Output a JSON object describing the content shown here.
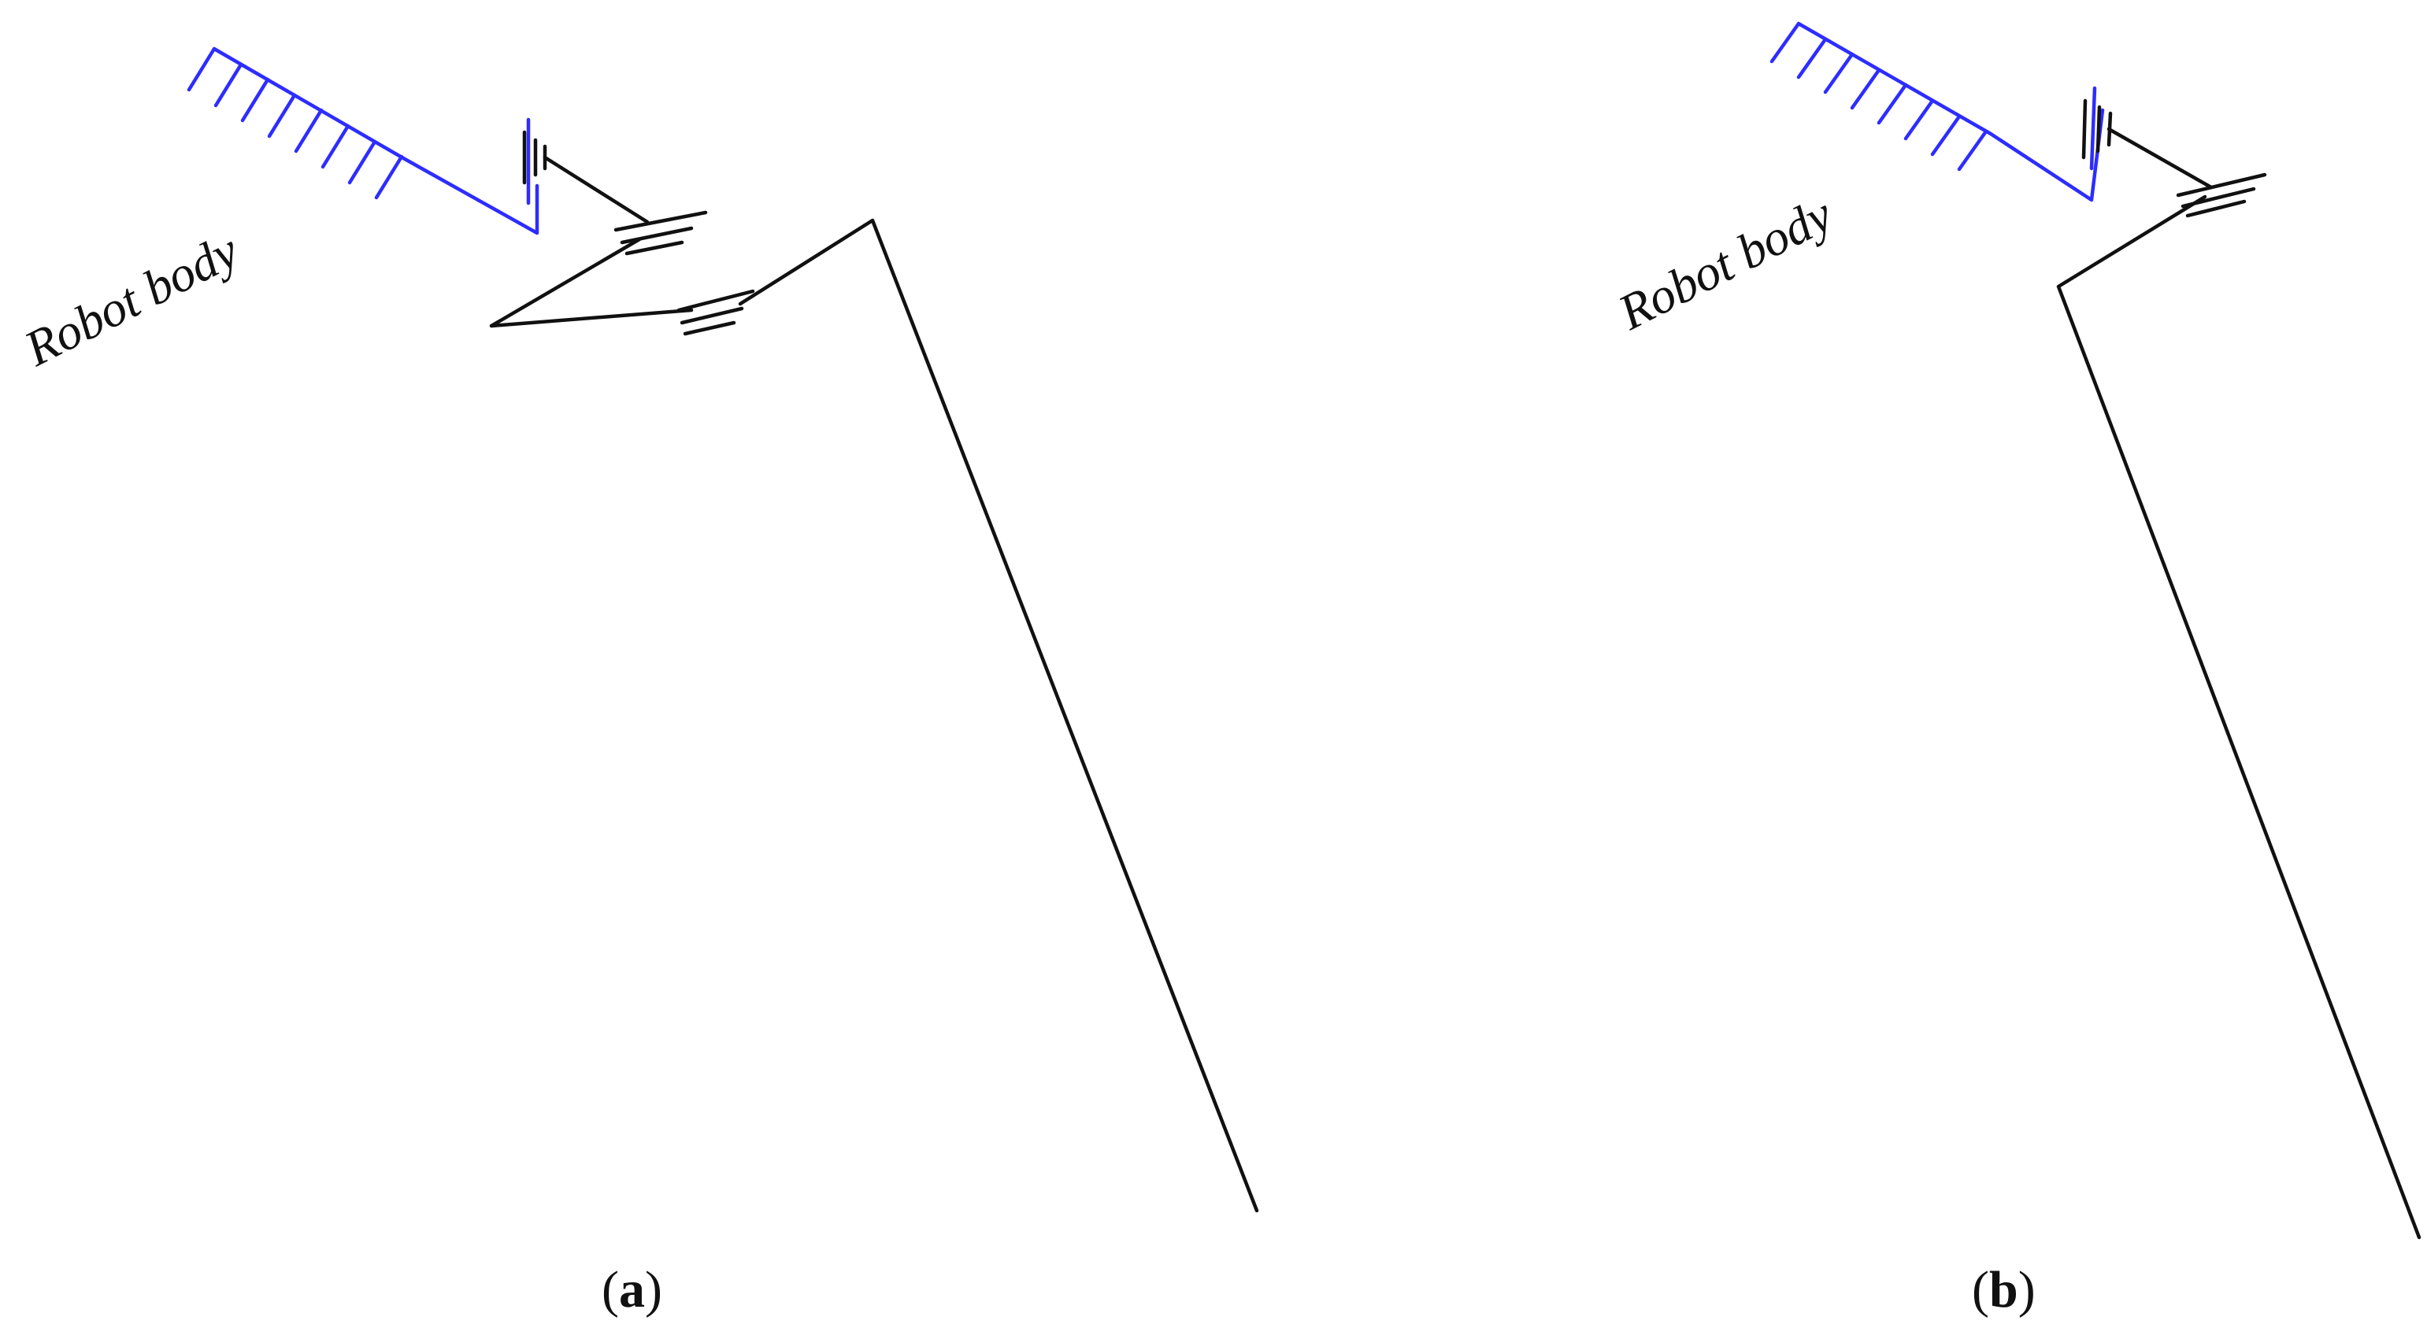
{
  "panels": [
    {
      "id": "a",
      "body_label": "Robot body",
      "caption_open": "(",
      "caption_letter": "a",
      "caption_close": ")"
    },
    {
      "id": "b",
      "body_label": "Robot body",
      "caption_open": "(",
      "caption_letter": "b",
      "caption_close": ")"
    }
  ],
  "colors": {
    "ground": "#2d2dff",
    "linkage": "#111111",
    "background": "#ffffff"
  }
}
